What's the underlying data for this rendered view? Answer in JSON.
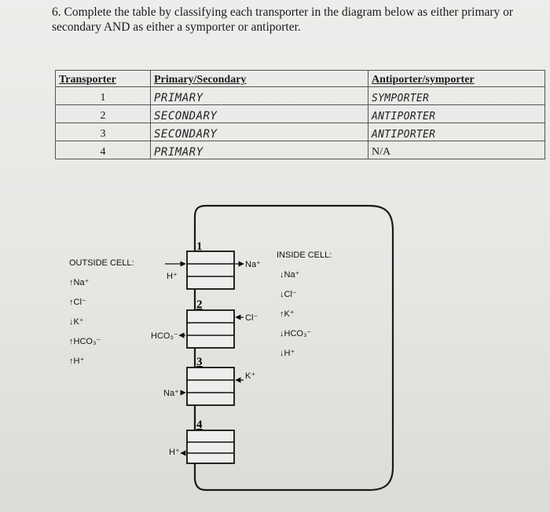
{
  "question": {
    "text": "6. Complete the table by classifying each transporter in the diagram below as either primary or secondary AND as either a symporter or antiporter."
  },
  "table": {
    "headers": [
      "Transporter",
      "Primary/Secondary",
      "Antiporter/symporter"
    ],
    "rows": [
      {
        "transporter": "1",
        "primary_secondary": "PRIMARY",
        "anti_sym": "SYMPORTER"
      },
      {
        "transporter": "2",
        "primary_secondary": "SECONDARY",
        "anti_sym": "ANTIPORTER"
      },
      {
        "transporter": "3",
        "primary_secondary": "SECONDARY",
        "anti_sym": "ANTIPORTER"
      },
      {
        "transporter": "4",
        "primary_secondary": "PRIMARY",
        "anti_sym": "N/A"
      }
    ]
  },
  "diagram": {
    "outside_title": "OUTSIDE CELL:",
    "outside_items": [
      "↑Na⁺",
      "↑Cl⁻",
      "↓K⁺",
      "↑HCO₃⁻",
      "↑H⁺"
    ],
    "inside_title": "INSIDE CELL:",
    "inside_items": [
      "↓Na⁺",
      "↓Cl⁻",
      "↑K⁺",
      "↓HCO₃⁻",
      "↓H⁺"
    ],
    "transporter_numbers": [
      "1",
      "2",
      "3",
      "4"
    ],
    "ion_labels": {
      "t1_left": "H⁺",
      "t1_right": "Na⁺",
      "t2_left": "HCO₃⁻",
      "t2_right": "Cl⁻",
      "t3_left": "Na⁺",
      "t3_right": "K⁺",
      "t4_left": "H⁺"
    }
  }
}
